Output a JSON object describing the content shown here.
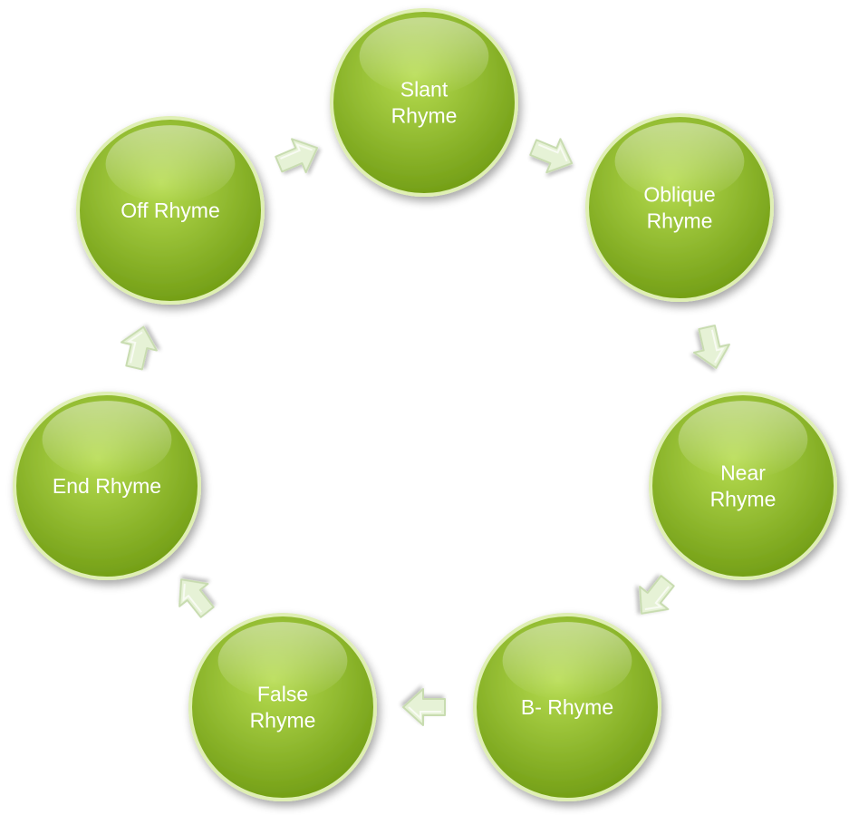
{
  "diagram": {
    "type": "cycle",
    "colors": {
      "node_fill_light": "#b6dc50",
      "node_fill_dark": "#6e9a12",
      "node_border": "#dfefb4",
      "arrow_fill": "#e6f2d6",
      "arrow_border": "#c8dcb0",
      "text": "#ffffff"
    },
    "nodes": [
      {
        "id": "slant",
        "lines": [
          "Slant",
          "Rhyme"
        ]
      },
      {
        "id": "oblique",
        "lines": [
          "Oblique",
          "Rhyme"
        ]
      },
      {
        "id": "near",
        "lines": [
          "Near",
          "Rhyme"
        ]
      },
      {
        "id": "b",
        "lines": [
          "B- Rhyme"
        ]
      },
      {
        "id": "false",
        "lines": [
          "False",
          "Rhyme"
        ]
      },
      {
        "id": "end",
        "lines": [
          "End Rhyme"
        ]
      },
      {
        "id": "off",
        "lines": [
          "Off Rhyme"
        ]
      }
    ],
    "edges": [
      {
        "from": "slant",
        "to": "oblique"
      },
      {
        "from": "oblique",
        "to": "near"
      },
      {
        "from": "near",
        "to": "b"
      },
      {
        "from": "b",
        "to": "false"
      },
      {
        "from": "false",
        "to": "end"
      },
      {
        "from": "end",
        "to": "off"
      },
      {
        "from": "off",
        "to": "slant"
      }
    ]
  }
}
